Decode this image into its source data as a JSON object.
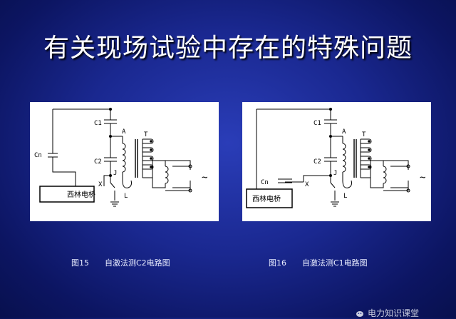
{
  "slide": {
    "title": "有关现场试验中存在的特殊问题"
  },
  "figures": [
    {
      "labels": {
        "c1": "C1",
        "c2": "C2",
        "cn": "Cn",
        "a": "A",
        "t": "T",
        "j": "J",
        "x": "X",
        "l": "L",
        "ac": "~",
        "bridge": "西林电桥"
      },
      "caption_num": "图15",
      "caption_text": "自激法测C2电路图"
    },
    {
      "labels": {
        "c1": "C1",
        "c2": "C2",
        "cn": "Cn",
        "a": "A",
        "t": "T",
        "j": "J",
        "x": "X",
        "l": "L",
        "ac": "~",
        "bridge": "西林电桥"
      },
      "caption_num": "图16",
      "caption_text": "自激法测C1电路图"
    }
  ],
  "watermark": {
    "text": "电力知识课堂"
  },
  "colors": {
    "background": "#1a2890",
    "panel": "#ffffff",
    "ink": "#000000"
  }
}
